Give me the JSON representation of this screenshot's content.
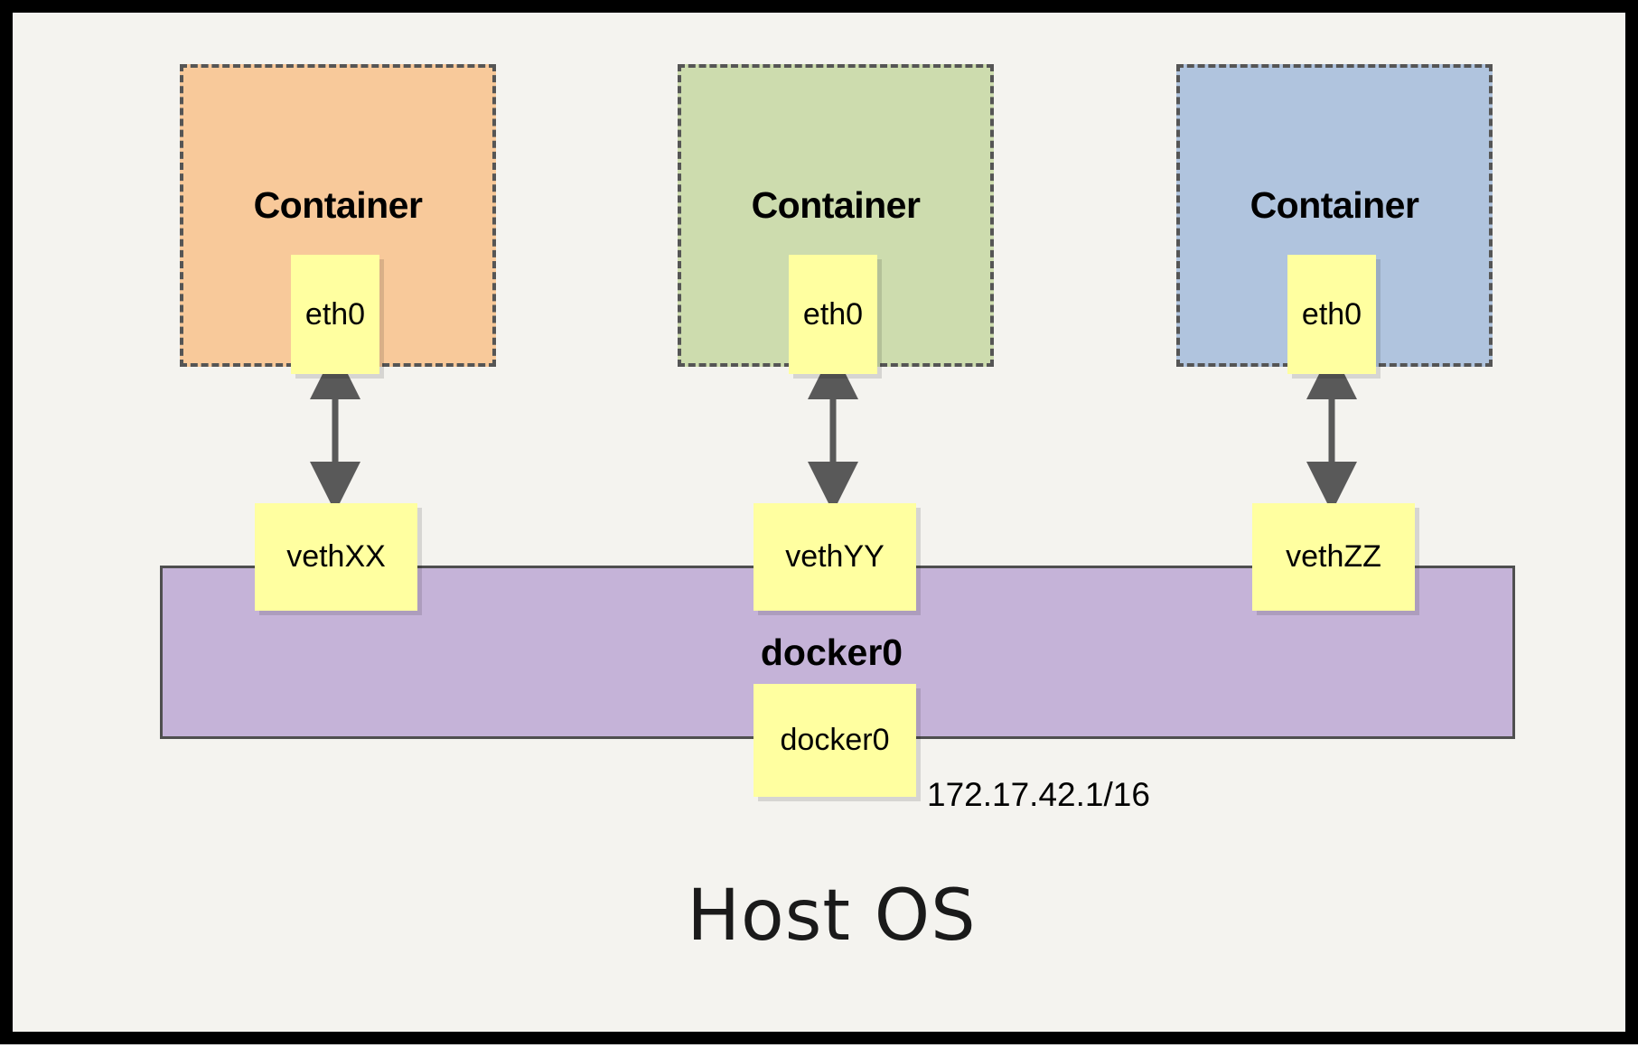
{
  "diagram": {
    "title_bottom": "Host OS",
    "bridge": {
      "name": "docker0",
      "nic_label": "docker0",
      "ip": "172.17.42.1/16",
      "color": "#c5b3d8",
      "border_color": "#4f4f4f"
    },
    "containers": [
      {
        "label": "Container",
        "interface": "eth0",
        "veth": "vethXX",
        "color": "#f8c99a"
      },
      {
        "label": "Container",
        "interface": "eth0",
        "veth": "vethYY",
        "color": "#cddcae"
      },
      {
        "label": "Container",
        "interface": "eth0",
        "veth": "vethZZ",
        "color": "#b0c4de"
      }
    ],
    "colors": {
      "background": "#f4f3ef",
      "frame": "#000000",
      "note": "#ffffa0",
      "arrow": "#595959",
      "dashed_border": "#555555"
    }
  }
}
